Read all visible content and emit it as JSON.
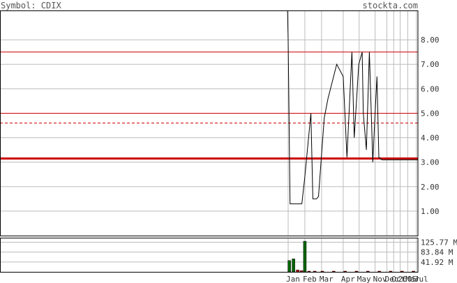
{
  "header": {
    "symbol_text": "Symbol: CDIX",
    "site": "stockta.com"
  },
  "colors": {
    "price_line": "#000000",
    "resistance": "#cc0000",
    "volume_up": "#006600",
    "volume_down": "#cc0000",
    "grid": "#bbbbbb",
    "frame": "#000000"
  },
  "chart_data": [
    {
      "type": "line",
      "title": "",
      "xlabel": "",
      "ylabel": "",
      "ylim": [
        0,
        9.2
      ],
      "grid": true,
      "y_axis_side": "right",
      "y_ticks": [
        "8.00",
        "7.00",
        "6.00",
        "5.00",
        "4.00",
        "3.00",
        "2.00",
        "1.00"
      ],
      "x_ticks": [
        {
          "label": "Jan",
          "x": 0
        },
        {
          "label": "Feb",
          "x": 4.4
        },
        {
          "label": "Mar",
          "x": 8.8
        },
        {
          "label": "Apr",
          "x": 14.5
        },
        {
          "label": "May",
          "x": 18.7
        },
        {
          "label": "Nov",
          "x": 22.9
        },
        {
          "label": "Dec",
          "x": 26.0
        },
        {
          "label": "Oct",
          "x": 27.8
        },
        {
          "label": "2005",
          "x": 29.5
        },
        {
          "label": "Mar",
          "x": 31.5
        },
        {
          "label": "Jul",
          "x": 33.8
        }
      ],
      "reference_lines": [
        {
          "value": 7.5,
          "style": "solid",
          "weight": "thin"
        },
        {
          "value": 5.0,
          "style": "solid",
          "weight": "thin"
        },
        {
          "value": 4.6,
          "style": "dashed",
          "weight": "thin"
        },
        {
          "value": 3.15,
          "style": "solid",
          "weight": "thick"
        }
      ],
      "series": [
        {
          "x": [
            -0.2,
            0.0,
            0.5,
            3.6,
            4.4,
            6.0,
            6.5,
            7.5,
            8.0,
            9.5,
            10.5,
            12.8,
            14.5,
            15.5,
            16.8,
            17.4,
            18.6,
            19.5,
            19.8,
            20.6,
            21.4,
            22.3,
            22.9,
            23.4,
            23.9,
            24.7,
            25.5,
            26.2,
            26.9,
            27.6,
            28.6,
            29.5,
            30.5,
            31.5,
            33.0,
            34.0,
            36.0
          ],
          "y": [
            9.5,
            8.0,
            1.3,
            1.3,
            2.4,
            5.0,
            1.5,
            1.5,
            1.6,
            4.8,
            5.6,
            7.0,
            6.5,
            3.2,
            7.5,
            4.0,
            7.0,
            7.5,
            5.0,
            3.5,
            7.5,
            3.0,
            5.0,
            6.5,
            3.2,
            3.1,
            3.1,
            3.1,
            3.1,
            3.1,
            3.1,
            3.1,
            3.1,
            3.1,
            3.1,
            3.1,
            3.1
          ]
        }
      ]
    },
    {
      "type": "bar",
      "title": "",
      "xlabel": "",
      "ylabel": "",
      "ylim": [
        0,
        145
      ],
      "y_axis_side": "right",
      "y_ticks": [
        "125.77 M",
        "83.84 M",
        "41.92 M"
      ],
      "y_tick_values": [
        125.77,
        83.84,
        41.92
      ],
      "bars": [
        {
          "x": 0.3,
          "value": 48,
          "dir": "up"
        },
        {
          "x": 1.4,
          "value": 55,
          "dir": "up"
        },
        {
          "x": 2.5,
          "value": 8,
          "dir": "down"
        },
        {
          "x": 3.5,
          "value": 5,
          "dir": "down"
        },
        {
          "x": 4.4,
          "value": 130,
          "dir": "up"
        },
        {
          "x": 5.5,
          "value": 3,
          "dir": "down"
        },
        {
          "x": 7.0,
          "value": 2,
          "dir": "down"
        },
        {
          "x": 9.0,
          "value": 2,
          "dir": "down"
        },
        {
          "x": 12.0,
          "value": 2,
          "dir": "down"
        },
        {
          "x": 15.0,
          "value": 2,
          "dir": "down"
        },
        {
          "x": 18.0,
          "value": 2,
          "dir": "down"
        },
        {
          "x": 21.0,
          "value": 2,
          "dir": "down"
        },
        {
          "x": 24.0,
          "value": 2,
          "dir": "down"
        },
        {
          "x": 27.0,
          "value": 2,
          "dir": "down"
        },
        {
          "x": 30.0,
          "value": 2,
          "dir": "down"
        },
        {
          "x": 33.0,
          "value": 2,
          "dir": "down"
        }
      ]
    }
  ]
}
